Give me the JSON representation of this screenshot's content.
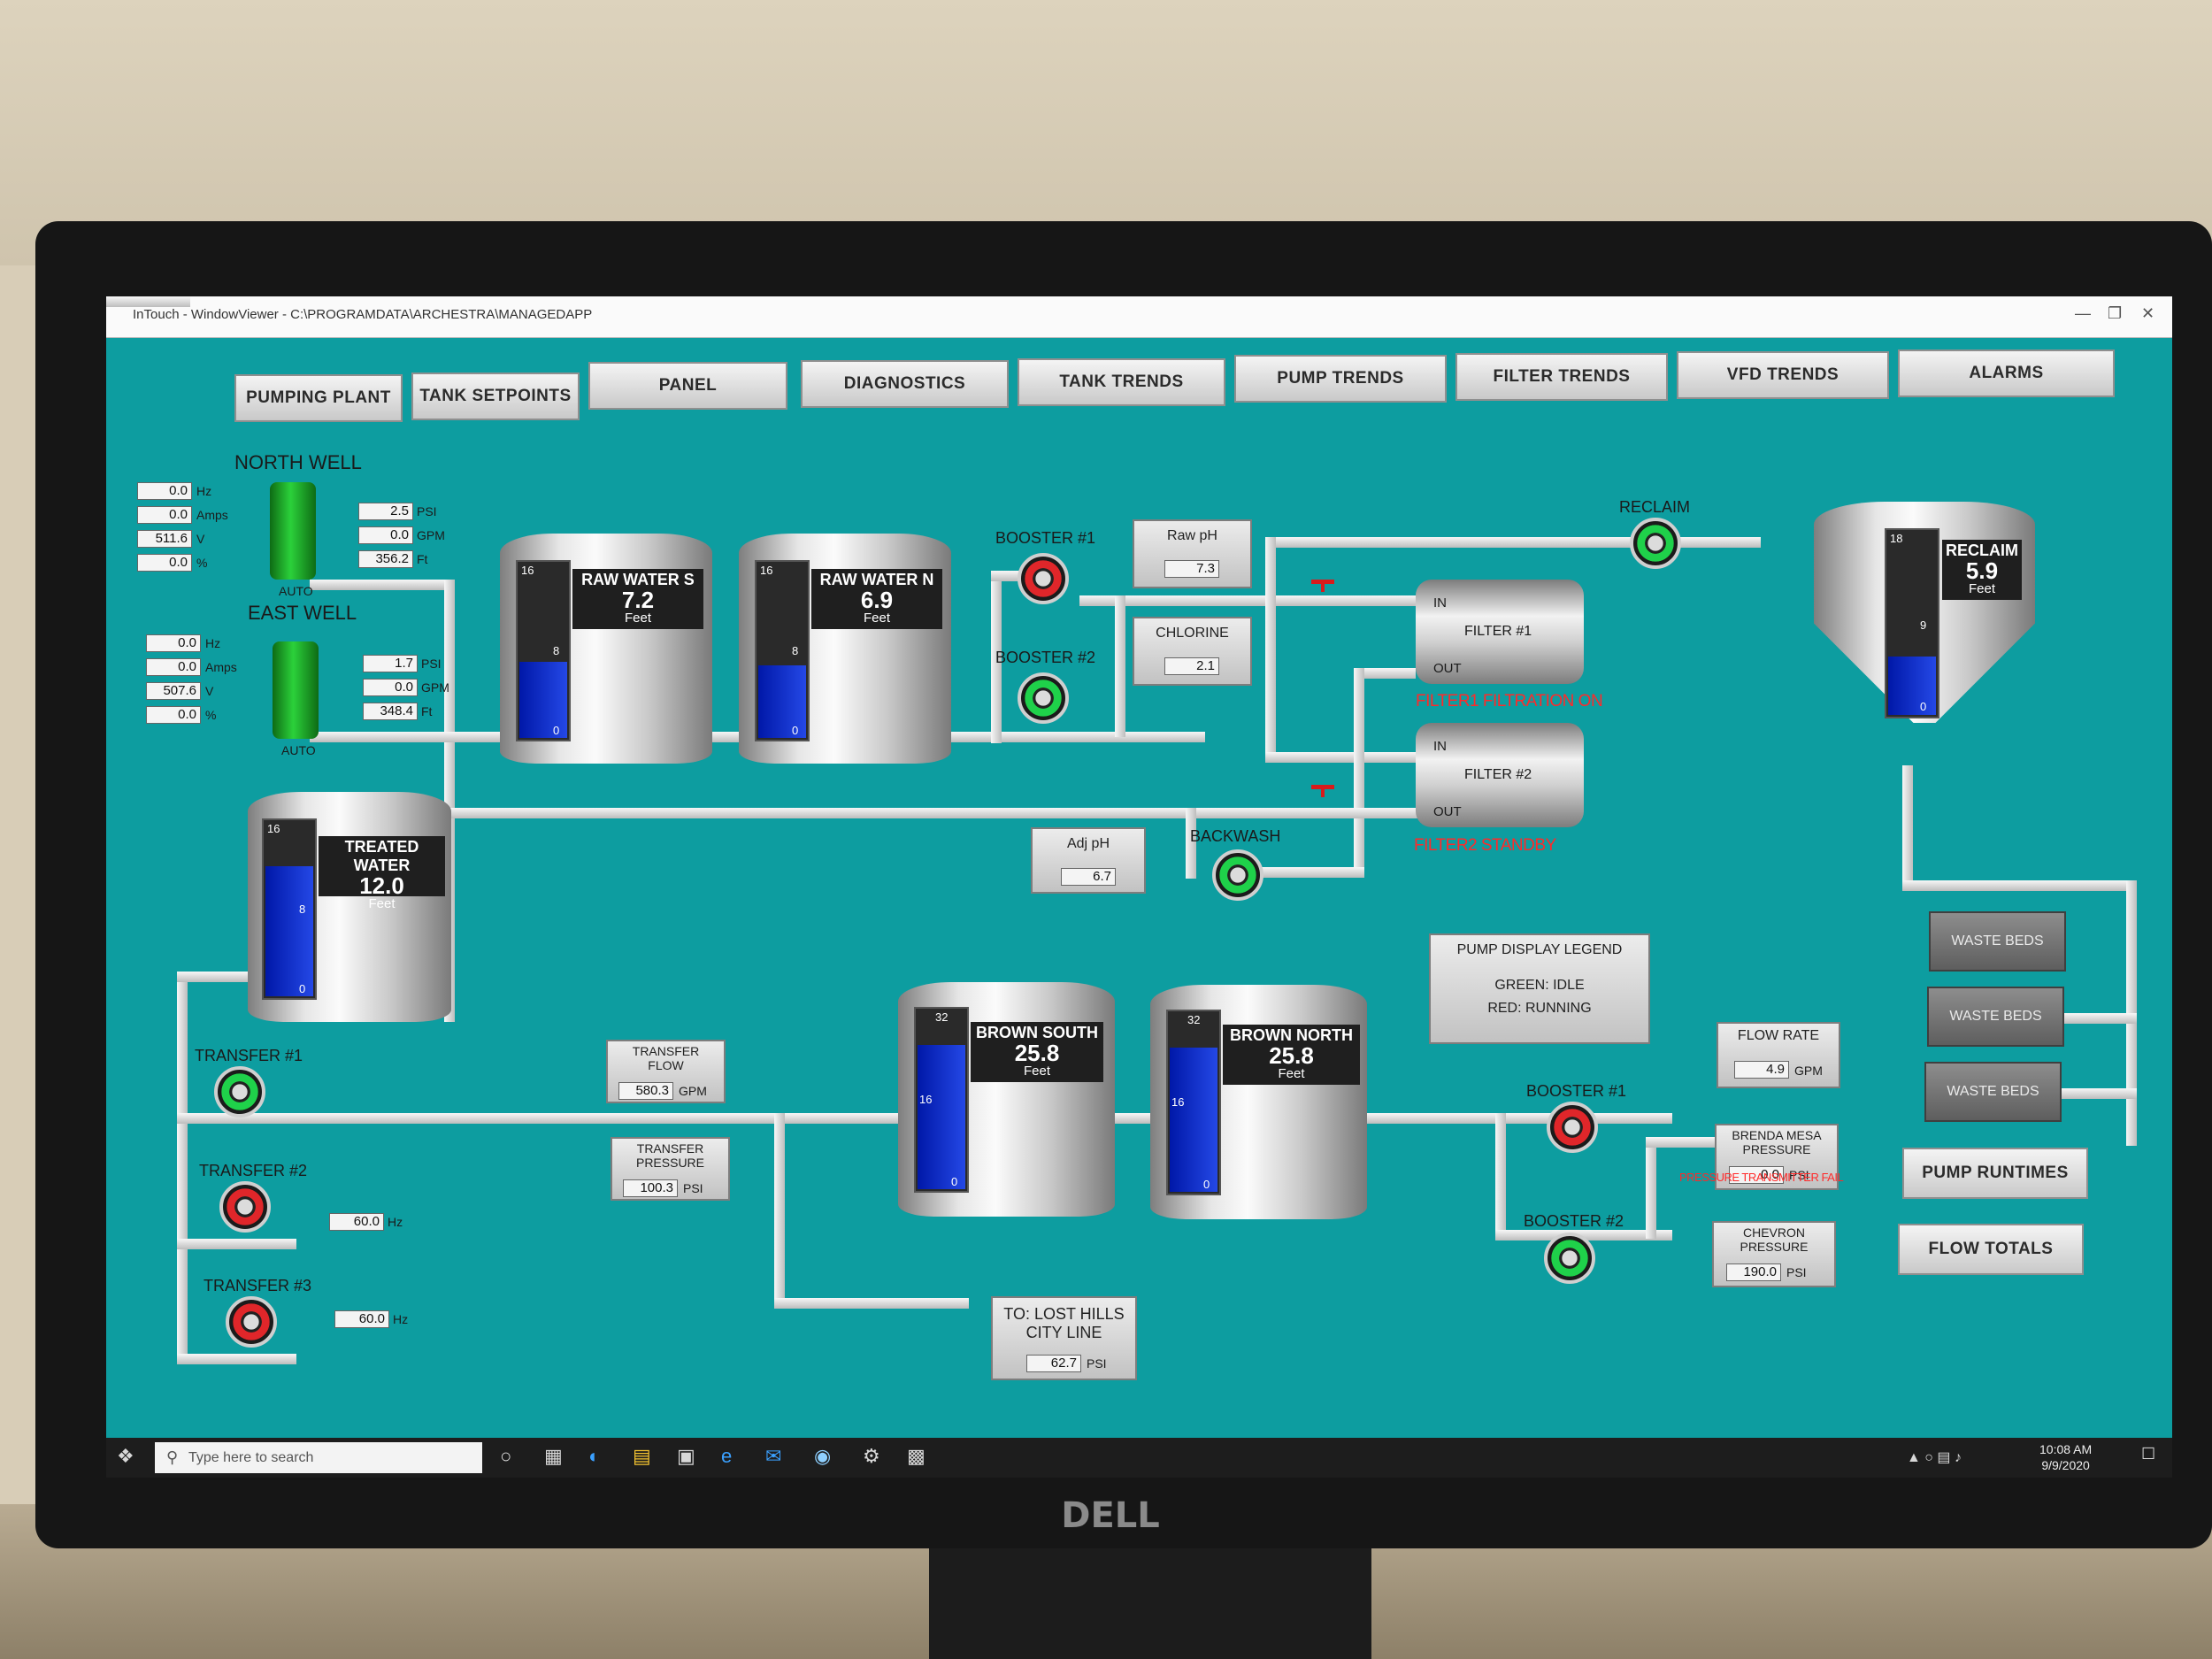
{
  "window": {
    "title": "InTouch - WindowViewer - C:\\PROGRAMDATA\\ARCHESTRA\\MANAGEDAPP"
  },
  "nav": [
    "PUMPING PLANT",
    "TANK SETPOINTS",
    "PANEL",
    "DIAGNOSTICS",
    "TANK TRENDS",
    "PUMP TRENDS",
    "FILTER TRENDS",
    "VFD TRENDS",
    "ALARMS"
  ],
  "wells": {
    "north": {
      "title": "NORTH WELL",
      "mode": "AUTO",
      "hz": "0.0",
      "amps": "0.0",
      "v": "511.6",
      "pct": "0.0",
      "psi": "2.5",
      "gpm": "0.0",
      "ft": "356.2"
    },
    "east": {
      "title": "EAST WELL",
      "mode": "AUTO",
      "hz": "0.0",
      "amps": "0.0",
      "v": "507.6",
      "pct": "0.0",
      "psi": "1.7",
      "gpm": "0.0",
      "ft": "348.4"
    },
    "units": {
      "hz": "Hz",
      "amps": "Amps",
      "v": "V",
      "pct": "%",
      "psi": "PSI",
      "gpm": "GPM",
      "ft": "Ft"
    }
  },
  "tanks": {
    "raw_s": {
      "name": "RAW WATER S",
      "value": "7.2",
      "unit": "Feet",
      "max": "16",
      "mid": "8",
      "min": "0",
      "level": 0.45
    },
    "raw_n": {
      "name": "RAW WATER N",
      "value": "6.9",
      "unit": "Feet",
      "max": "16",
      "mid": "8",
      "min": "0",
      "level": 0.43
    },
    "treated": {
      "name": "TREATED WATER",
      "value": "12.0",
      "unit": "Feet",
      "max": "16",
      "mid": "8",
      "min": "0",
      "level": 0.75
    },
    "brown_south": {
      "name": "BROWN SOUTH",
      "value": "25.8",
      "unit": "Feet",
      "max": "32",
      "mid": "16",
      "min": "0",
      "level": 0.81
    },
    "brown_north": {
      "name": "BROWN NORTH",
      "value": "25.8",
      "unit": "Feet",
      "max": "32",
      "mid": "16",
      "min": "0",
      "level": 0.81
    },
    "reclaim": {
      "name": "RECLAIM",
      "value": "5.9",
      "unit": "Feet",
      "max": "18",
      "mid": "9",
      "min": "0",
      "level": 0.33
    }
  },
  "pumps": {
    "booster1": "BOOSTER #1",
    "booster2": "BOOSTER #2",
    "reclaim": "RECLAIM",
    "backwash": "BACKWASH",
    "transfer1": "TRANSFER #1",
    "transfer2": "TRANSFER #2",
    "transfer3": "TRANSFER #3",
    "booster1b": "BOOSTER #1",
    "booster2b": "BOOSTER #2"
  },
  "readouts": {
    "raw_ph": {
      "label": "Raw pH",
      "value": "7.3"
    },
    "chlorine": {
      "label": "CHLORINE",
      "value": "2.1"
    },
    "adj_ph": {
      "label": "Adj pH",
      "value": "6.7"
    },
    "transfer_flow": {
      "label1": "TRANSFER",
      "label2": "FLOW",
      "value": "580.3",
      "unit": "GPM"
    },
    "transfer_pressure": {
      "label1": "TRANSFER",
      "label2": "PRESSURE",
      "value": "100.3",
      "unit": "PSI"
    },
    "transfer2_hz": {
      "value": "60.0",
      "unit": "Hz"
    },
    "transfer3_hz": {
      "value": "60.0",
      "unit": "Hz"
    },
    "lost_hills": {
      "label1": "TO: LOST HILLS",
      "label2": "CITY LINE",
      "value": "62.7",
      "unit": "PSI"
    },
    "flow_rate": {
      "label": "FLOW RATE",
      "value": "4.9",
      "unit": "GPM"
    },
    "brenda": {
      "label1": "BRENDA MESA",
      "label2": "PRESSURE",
      "value": "0.0",
      "unit": "PSI"
    },
    "chevron": {
      "label1": "CHEVRON",
      "label2": "PRESSURE",
      "value": "190.0",
      "unit": "PSI"
    }
  },
  "filters": {
    "f1": {
      "name": "FILTER #1",
      "in": "IN",
      "out": "OUT",
      "status": "FILTER1 FILTRATION ON"
    },
    "f2": {
      "name": "FILTER #2",
      "in": "IN",
      "out": "OUT",
      "status": "FILTER2 STANDBY"
    }
  },
  "alarm_text": "PRESSURE TRANSMITTER FAIL",
  "legend": {
    "title": "PUMP DISPLAY LEGEND",
    "green": "GREEN: IDLE",
    "red": "RED: RUNNING"
  },
  "waste_beds": [
    "WASTE BEDS",
    "WASTE BEDS",
    "WASTE BEDS"
  ],
  "buttons": {
    "runtimes": "PUMP RUNTIMES",
    "totals": "FLOW TOTALS"
  },
  "taskbar": {
    "search_placeholder": "Type here to search",
    "time": "10:08 AM",
    "date": "9/9/2020"
  },
  "monitor_brand": "DELL"
}
